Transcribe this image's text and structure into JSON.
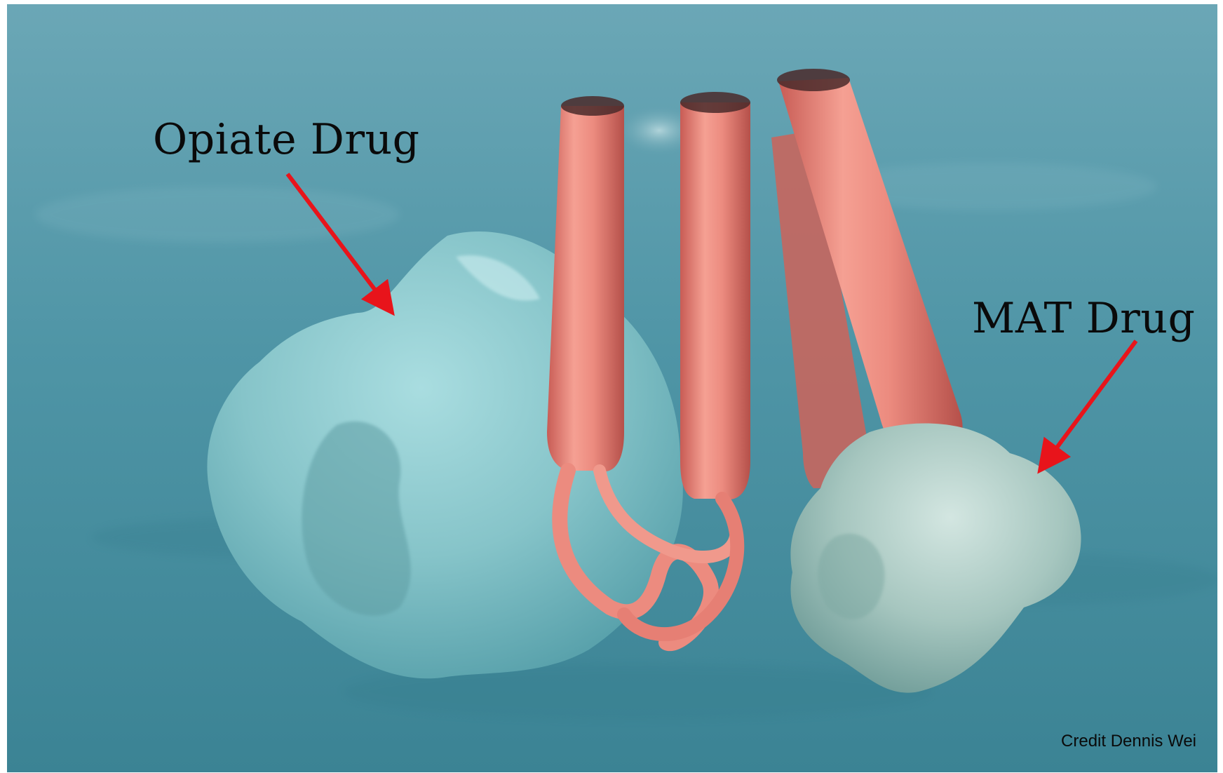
{
  "labels": {
    "opiate": "Opiate Drug",
    "mat": "MAT Drug"
  },
  "credit": "Credit Dennis Wei",
  "colors": {
    "background": "#3f8d9e",
    "receptor_helix": "#e8857a",
    "opiate_molecule": "#7fc3c9",
    "mat_molecule": "#a9c9c2",
    "arrow": "#e8141b",
    "label_text": "#0a0a0a"
  }
}
